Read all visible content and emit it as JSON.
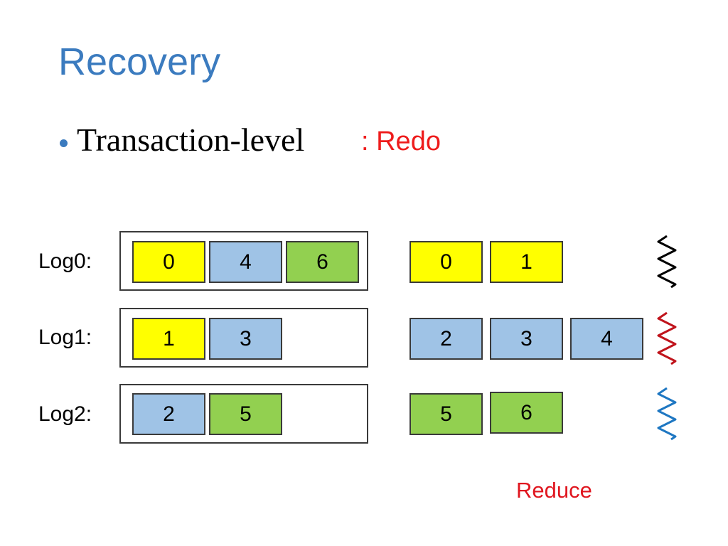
{
  "slide": {
    "title": "Recovery",
    "bullet": "Transaction-level",
    "note": ": Redo"
  },
  "logs": [
    {
      "label": "Log0:",
      "entries": [
        "0",
        "4",
        "6"
      ]
    },
    {
      "label": "Log1:",
      "entries": [
        "1",
        "3"
      ]
    },
    {
      "label": "Log2:",
      "entries": [
        "2",
        "5"
      ]
    }
  ],
  "reduced": [
    {
      "entries": [
        "0",
        "1"
      ]
    },
    {
      "entries": [
        "2",
        "3",
        "4"
      ]
    },
    {
      "entries": [
        "5",
        "6"
      ]
    }
  ],
  "reduce_label": "Reduce",
  "colors": {
    "title": "#3b7bbf",
    "note": "#ee1c1c",
    "yellow": "#ffff00",
    "blue": "#9fc3e6",
    "green": "#92d050",
    "thread0": "#000000",
    "thread1": "#c0141c",
    "thread2": "#1e77c2"
  },
  "icons": [
    "thread-squiggle-black-icon",
    "thread-squiggle-red-icon",
    "thread-squiggle-blue-icon"
  ]
}
